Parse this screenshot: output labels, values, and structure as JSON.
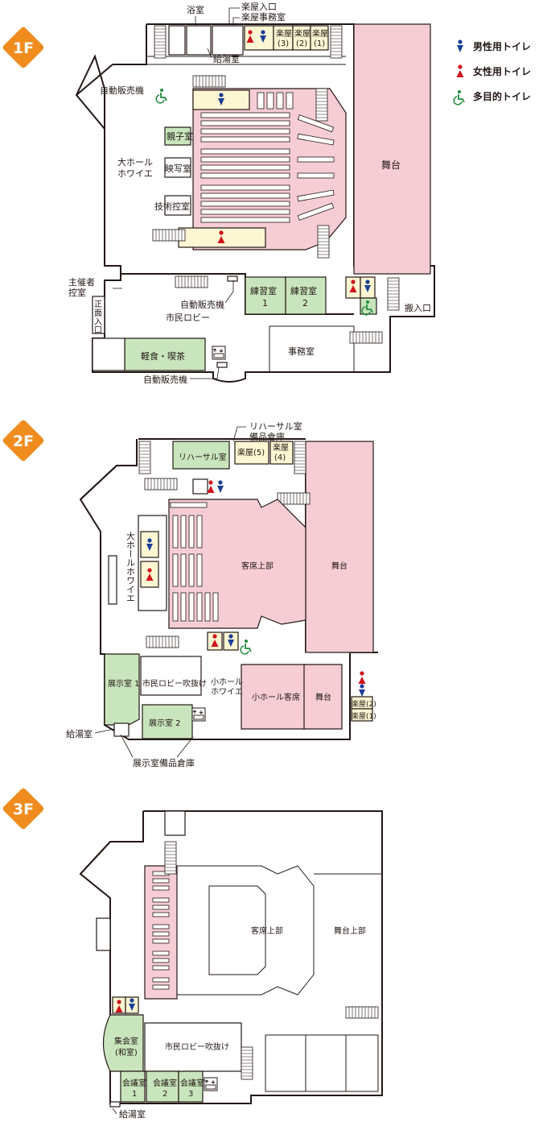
{
  "colors": {
    "badge": "#f08c1e",
    "seating": "#f6cdd5",
    "room_green": "#c9e5bd",
    "room_yellow": "#fcf6d3",
    "male_icon": "#1b3f95",
    "female_icon": "#d0121b",
    "accessible_icon": "#1f8a3a"
  },
  "legend": {
    "male": "男性用トイレ",
    "female": "女性用トイレ",
    "accessible": "多目的トイレ"
  },
  "floor1": {
    "badge": "1F",
    "labels": {
      "bath": "浴室",
      "dressing_entrance": "楽屋入口",
      "dressing_office": "楽屋事務室",
      "kitchenette": "給湯室",
      "dressing3_a": "楽屋",
      "dressing3_b": "(3)",
      "dressing2_a": "楽屋",
      "dressing2_b": "(2)",
      "dressing1_a": "楽屋",
      "dressing1_b": "(1)",
      "vending_top": "自動販売機",
      "parent_child": "親子室",
      "foyer_a": "大ホール",
      "foyer_b": "ホワイエ",
      "projection": "映写室",
      "tech_control": "技術控室",
      "stage": "舞台",
      "organizer_a": "主催者",
      "organizer_b": "控室",
      "main_entrance_a": "正",
      "main_entrance_b": "面",
      "main_entrance_c": "入",
      "main_entrance_d": "口",
      "vending_mid": "自動販売機",
      "practice1_a": "練習室",
      "practice1_b": "1",
      "practice2_a": "練習室",
      "practice2_b": "2",
      "loading": "搬入口",
      "lobby": "市民ロビー",
      "cafe": "軽食・喫茶",
      "office": "事務室",
      "vending_bottom": "自動販売機"
    }
  },
  "floor2": {
    "badge": "2F",
    "labels": {
      "rehearsal_store_a": "リハーサル室",
      "rehearsal_store_b": "備品倉庫",
      "rehearsal": "リハーサル室",
      "dressing5": "楽屋(5)",
      "dressing4_a": "楽屋",
      "dressing4_b": "(4)",
      "foyer": "大ホールホワイエ",
      "upper_seats": "客席上部",
      "stage": "舞台",
      "exhibit1": "展示室 1",
      "lobby_void": "市民ロビー吹抜け",
      "small_foyer_a": "小ホール",
      "small_foyer_b": "ホワイエ",
      "small_seats": "小ホール客席",
      "small_stage": "舞台",
      "dressing2": "楽屋(2)",
      "dressing1": "楽屋(1)",
      "kitchenette": "給湯室",
      "exhibit2": "展示室 2",
      "exhibit_store": "展示室備品倉庫"
    }
  },
  "floor3": {
    "badge": "3F",
    "labels": {
      "upper_seats": "客席上部",
      "stage_upper": "舞台上部",
      "lobby_void": "市民ロビー吹抜け",
      "assembly_a": "集会室",
      "assembly_b": "(和室)",
      "meeting1_a": "会議室",
      "meeting1_b": "1",
      "meeting2_a": "会議室",
      "meeting2_b": "2",
      "meeting3_a": "会議室",
      "meeting3_b": "3",
      "kitchenette": "給湯室"
    }
  }
}
